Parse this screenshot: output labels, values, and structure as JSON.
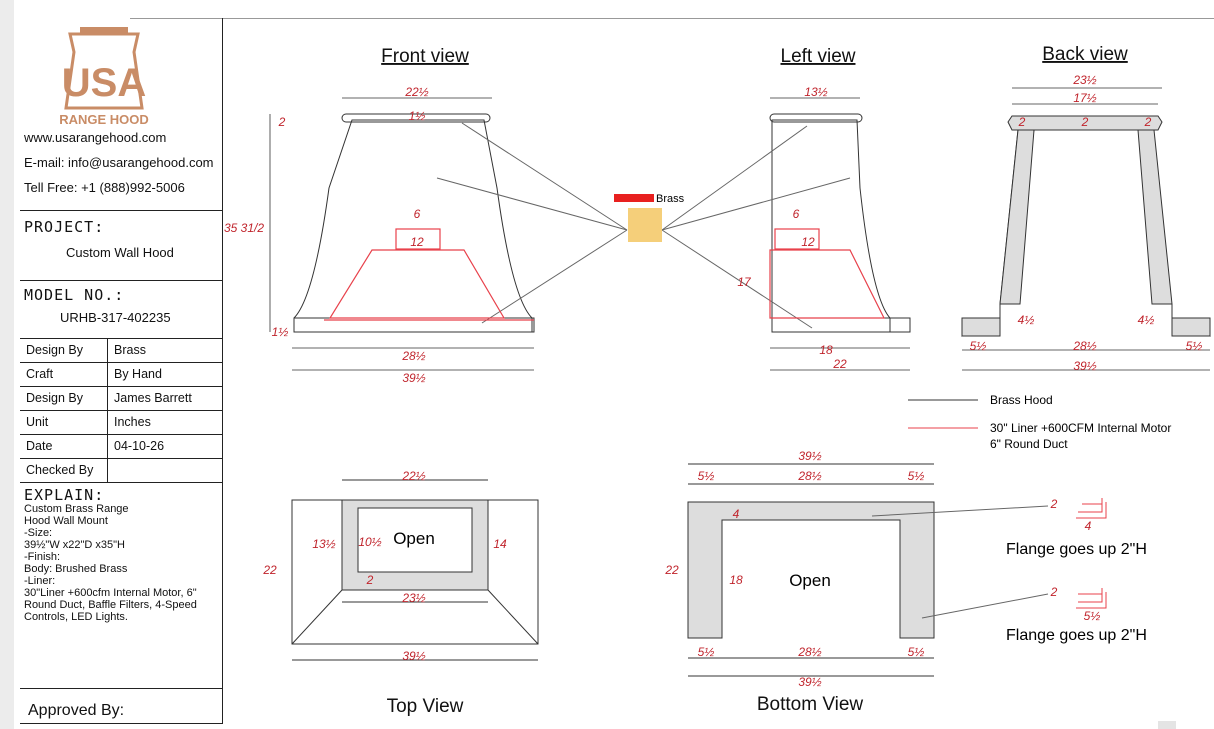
{
  "company": {
    "logo_text": "USA",
    "logo_subtext": "RANGE HOOD",
    "website": "www.usarangehood.com",
    "email": "E-mail: info@usarangehood.com",
    "phone": "Tell Free: +1 (888)992-5006"
  },
  "project": {
    "label": "PROJECT:",
    "value": "Custom Wall Hood"
  },
  "model": {
    "label": "MODEL NO.:",
    "value": "URHB-317-402235"
  },
  "specs": [
    {
      "key": "Design By",
      "value": "Brass"
    },
    {
      "key": "Craft",
      "value": "By Hand"
    },
    {
      "key": "Design By",
      "value": "James Barrett"
    },
    {
      "key": "Unit",
      "value": "Inches"
    },
    {
      "key": "Date",
      "value": "04-10-26"
    },
    {
      "key": "Checked By",
      "value": ""
    }
  ],
  "explain": {
    "label": "EXPLAIN:",
    "lines": [
      "Custom Brass Range",
      "Hood Wall Mount",
      "-Size:",
      "39½\"W x22\"D x35\"H",
      "-Finish:",
      "Body: Brushed Brass",
      "-Liner:",
      "30\"Liner +600cfm Internal Motor, 6\"",
      "Round Duct, Baffle Filters, 4-Speed",
      "Controls, LED Lights."
    ]
  },
  "approved": "Approved By:",
  "views": {
    "front": "Front view",
    "left": "Left view",
    "back": "Back view",
    "top": "Top View",
    "bottom": "Bottom View"
  },
  "material": {
    "label": "Brass",
    "swatch_color": "#f5cf7a"
  },
  "legend": {
    "brass_hood": "Brass Hood",
    "liner_line1": "30\" Liner +600CFM Internal  Motor",
    "liner_line2": "6\" Round Duct"
  },
  "labels": {
    "open_top": "Open",
    "open_bottom": "Open",
    "flange1": "Flange goes up 2\"H",
    "flange2": "Flange goes up 2\"H"
  },
  "dims": {
    "front_top": "22½",
    "front_lip": "1½",
    "front_2": "2",
    "front_height": "35 31/2",
    "front_bottom_lip": "1½",
    "front_liner_w": "6",
    "front_liner_12": "12",
    "front_28": "28½",
    "front_39": "39½",
    "left_top": "13½",
    "left_6": "6",
    "left_12": "12",
    "left_17": "17",
    "left_18": "18",
    "left_22": "22",
    "back_23": "23½",
    "back_17": "17½",
    "back_2a": "2",
    "back_2b": "2",
    "back_2c": "2",
    "back_4l": "4½",
    "back_4r": "4½",
    "back_5l": "5½",
    "back_28": "28½",
    "back_5r": "5½",
    "back_39": "39½",
    "top_22": "22½",
    "top_13": "13½",
    "top_10": "10½",
    "top_14": "14",
    "top_2": "2",
    "top_23": "23½",
    "top_22h": "22",
    "top_39": "39½",
    "bot_39t": "39½",
    "bot_5l": "5½",
    "bot_28t": "28½",
    "bot_5r": "5½",
    "bot_4": "4",
    "bot_22": "22",
    "bot_18": "18",
    "bot_5lb": "5½",
    "bot_28b": "28½",
    "bot_5rb": "5½",
    "bot_39b": "39½",
    "fl_2a": "2",
    "fl_4": "4",
    "fl_2b": "2",
    "fl_5": "5½"
  }
}
